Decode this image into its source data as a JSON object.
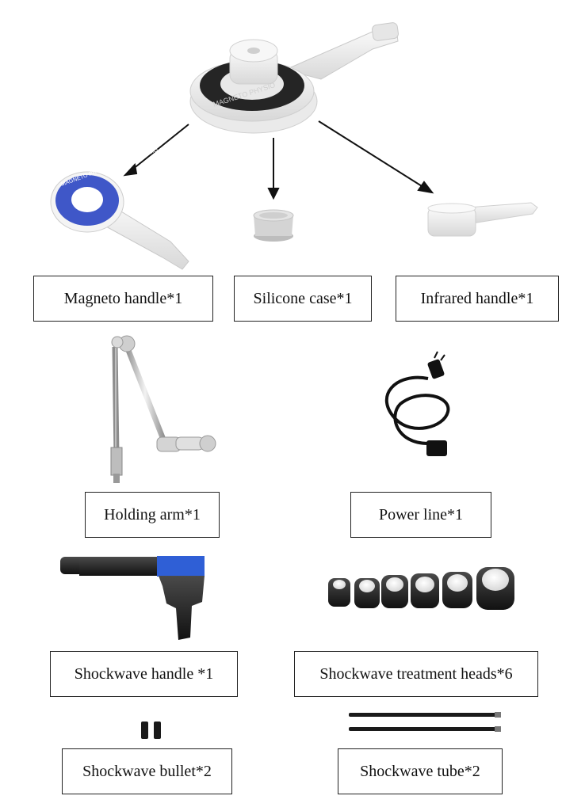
{
  "device": {
    "ring_text_outer": "MAGNETO PHYSIO",
    "ring_text_side": "MAGNETO"
  },
  "magneto_handle": {
    "ring_text": "MAGNETO PHYSIO MAGNETO PHYSIO",
    "ring_color": "#3f57c8"
  },
  "labels": {
    "magneto_handle": "Magneto handle*1",
    "silicone_case": "Silicone case*1",
    "infrared_handle": "Infrared handle*1",
    "holding_arm": "Holding arm*1",
    "power_line": "Power line*1",
    "shockwave_handle": "Shockwave handle *1",
    "shockwave_heads": "Shockwave treatment heads*6",
    "shockwave_bullet": "Shockwave bullet*2",
    "shockwave_tube": "Shockwave tube*2"
  },
  "colors": {
    "accent_blue": "#2f5fd6",
    "device_white": "#f3f3f3",
    "ring_dark": "#2a2a2a"
  }
}
